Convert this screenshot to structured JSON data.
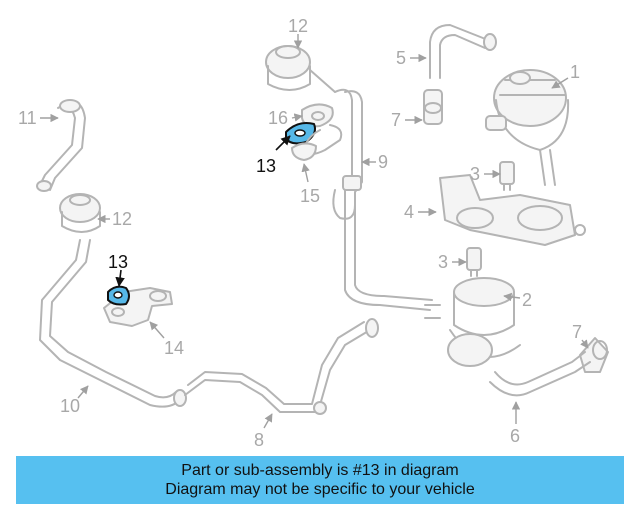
{
  "diagram": {
    "callouts": {
      "c1": "1",
      "c2": "2",
      "c3a": "3",
      "c3b": "3",
      "c4": "4",
      "c5": "5",
      "c6": "6",
      "c7a": "7",
      "c7b": "7",
      "c8": "8",
      "c9": "9",
      "c10": "10",
      "c11": "11",
      "c12a": "12",
      "c12b": "12",
      "c13a": "13",
      "c13b": "13",
      "c14": "14",
      "c15": "15",
      "c16": "16"
    },
    "highlight_color": "#56b8e8"
  },
  "banner": {
    "line1": "Part or sub-assembly is #13 in diagram",
    "line2": "Diagram may not be specific to your vehicle",
    "background": "#56c0f0"
  }
}
